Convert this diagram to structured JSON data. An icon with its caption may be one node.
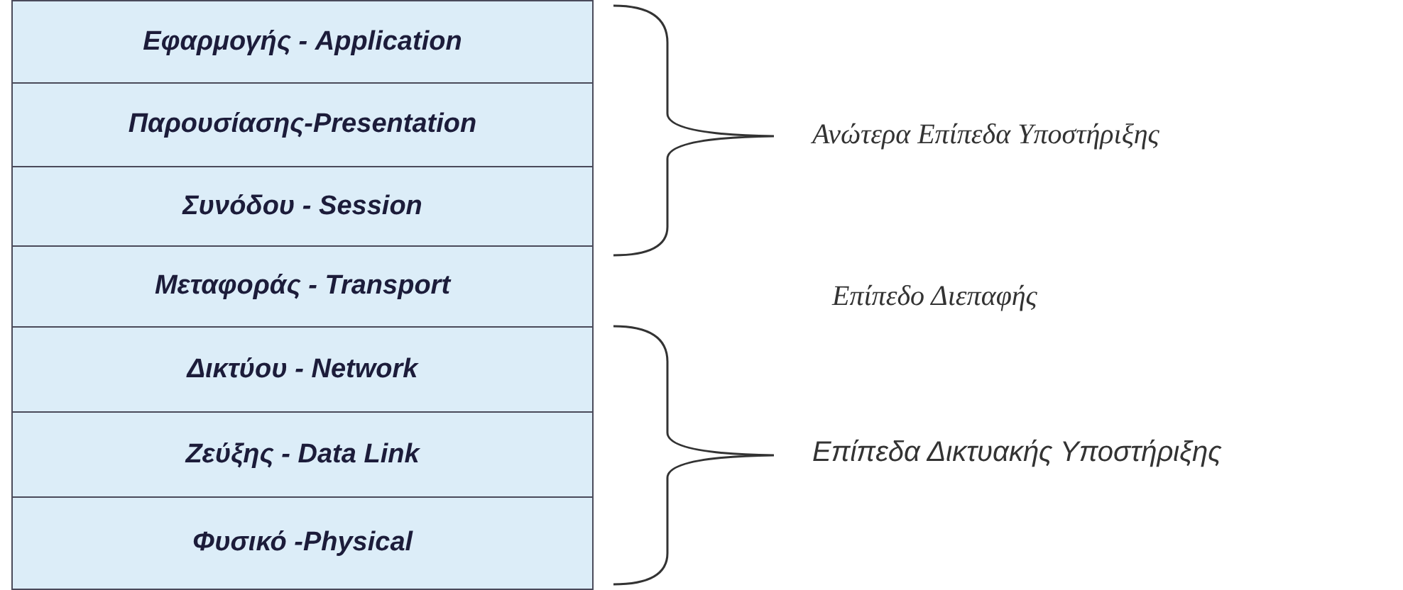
{
  "diagram": {
    "nodes": [
      {
        "text": [
          "Εφαρμογής - Application"
        ]
      },
      {
        "text": [
          "Παρουσίασης-Presentation"
        ]
      },
      {
        "text": [
          "Συνόδου - Session"
        ]
      },
      {
        "text": [
          "Μεταφοράς - Transport"
        ]
      },
      {
        "text": [
          "Δικτύου - Network"
        ]
      },
      {
        "text": [
          "Ζεύξης - Data Link"
        ]
      },
      {
        "text": [
          "Φυσικό -Physical"
        ]
      }
    ],
    "edges": [],
    "labels": [
      "Ανώτερα Επίπεδα Υποστήριξης",
      "Επίπεδο Διεπαφής",
      "Επίπεδα Δικτυακής Υποστήριξης"
    ]
  }
}
